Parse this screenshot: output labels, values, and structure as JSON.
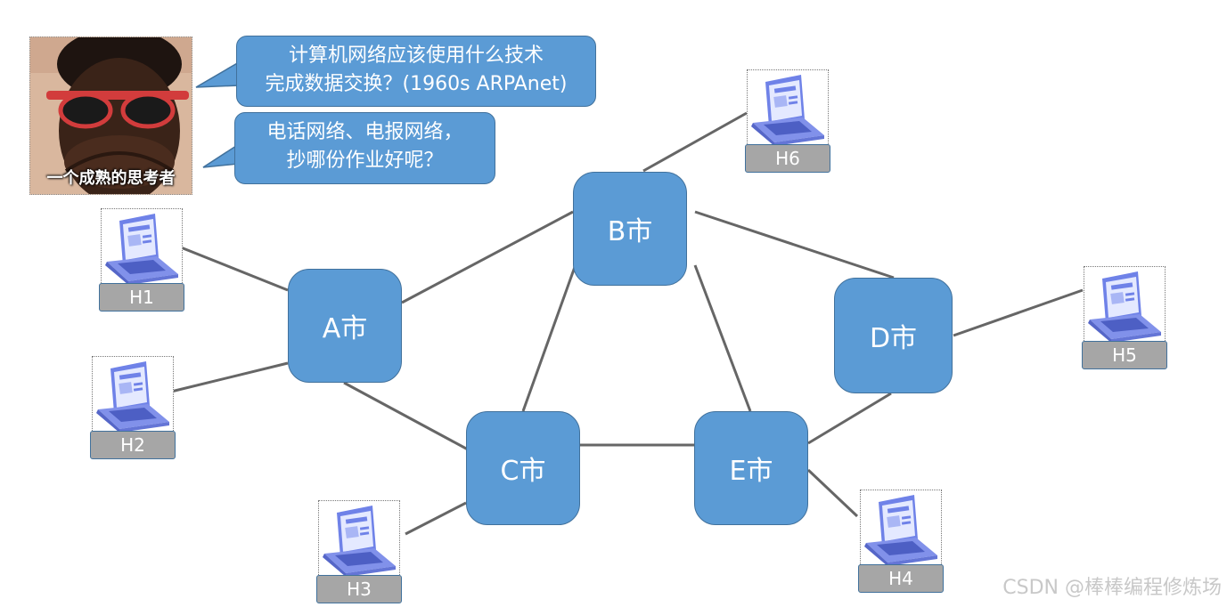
{
  "bubbles": {
    "question": {
      "line1": "计算机网络应该使用什么技术",
      "line2": "完成数据交换？(1960s ARPAnet)"
    },
    "answer": {
      "line1": "电话网络、电报网络，",
      "line2": "抄哪份作业好呢？"
    }
  },
  "avatar": {
    "caption": "一个成熟的思考者"
  },
  "cities": {
    "a": "A市",
    "b": "B市",
    "c": "C市",
    "d": "D市",
    "e": "E市"
  },
  "hosts": {
    "h1": "H1",
    "h2": "H2",
    "h3": "H3",
    "h4": "H4",
    "h5": "H5",
    "h6": "H6"
  },
  "colors": {
    "node_fill": "#5b9bd5",
    "node_border": "#41719c",
    "link": "#666666",
    "host_label": "#a6a6a6"
  },
  "icons": {
    "host_icon": "laptop-icon"
  },
  "watermark": "CSDN @棒棒编程修炼场"
}
